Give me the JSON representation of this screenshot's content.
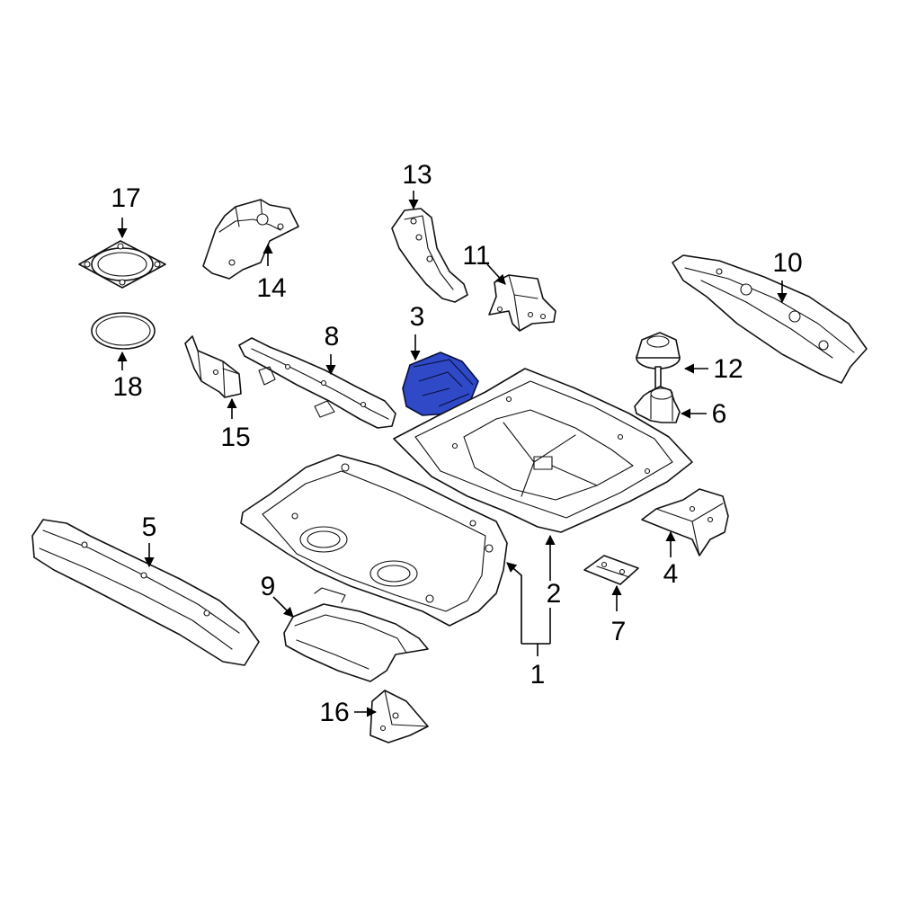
{
  "diagram": {
    "highlight_color": "#2f49c7",
    "line_color": "#111111",
    "background_color": "#ffffff",
    "callouts": [
      "1",
      "2",
      "3",
      "4",
      "5",
      "6",
      "7",
      "8",
      "9",
      "10",
      "11",
      "12",
      "13",
      "14",
      "15",
      "16",
      "17",
      "18"
    ]
  }
}
